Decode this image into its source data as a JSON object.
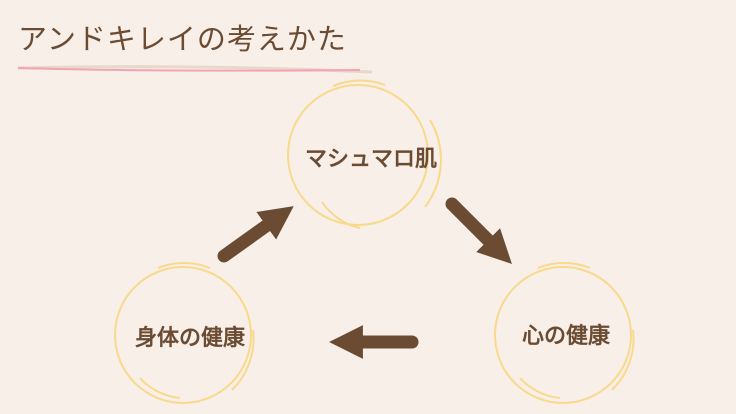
{
  "title": "アンドキレイの考えかた",
  "nodes": {
    "top": "マシュマロ肌",
    "left": "身体の健康",
    "right": "心の健康"
  },
  "colors": {
    "background": "#f7efe8",
    "brown": "#6b4c33",
    "circle": "#f9d98c",
    "underline": "#f4a3b4"
  }
}
